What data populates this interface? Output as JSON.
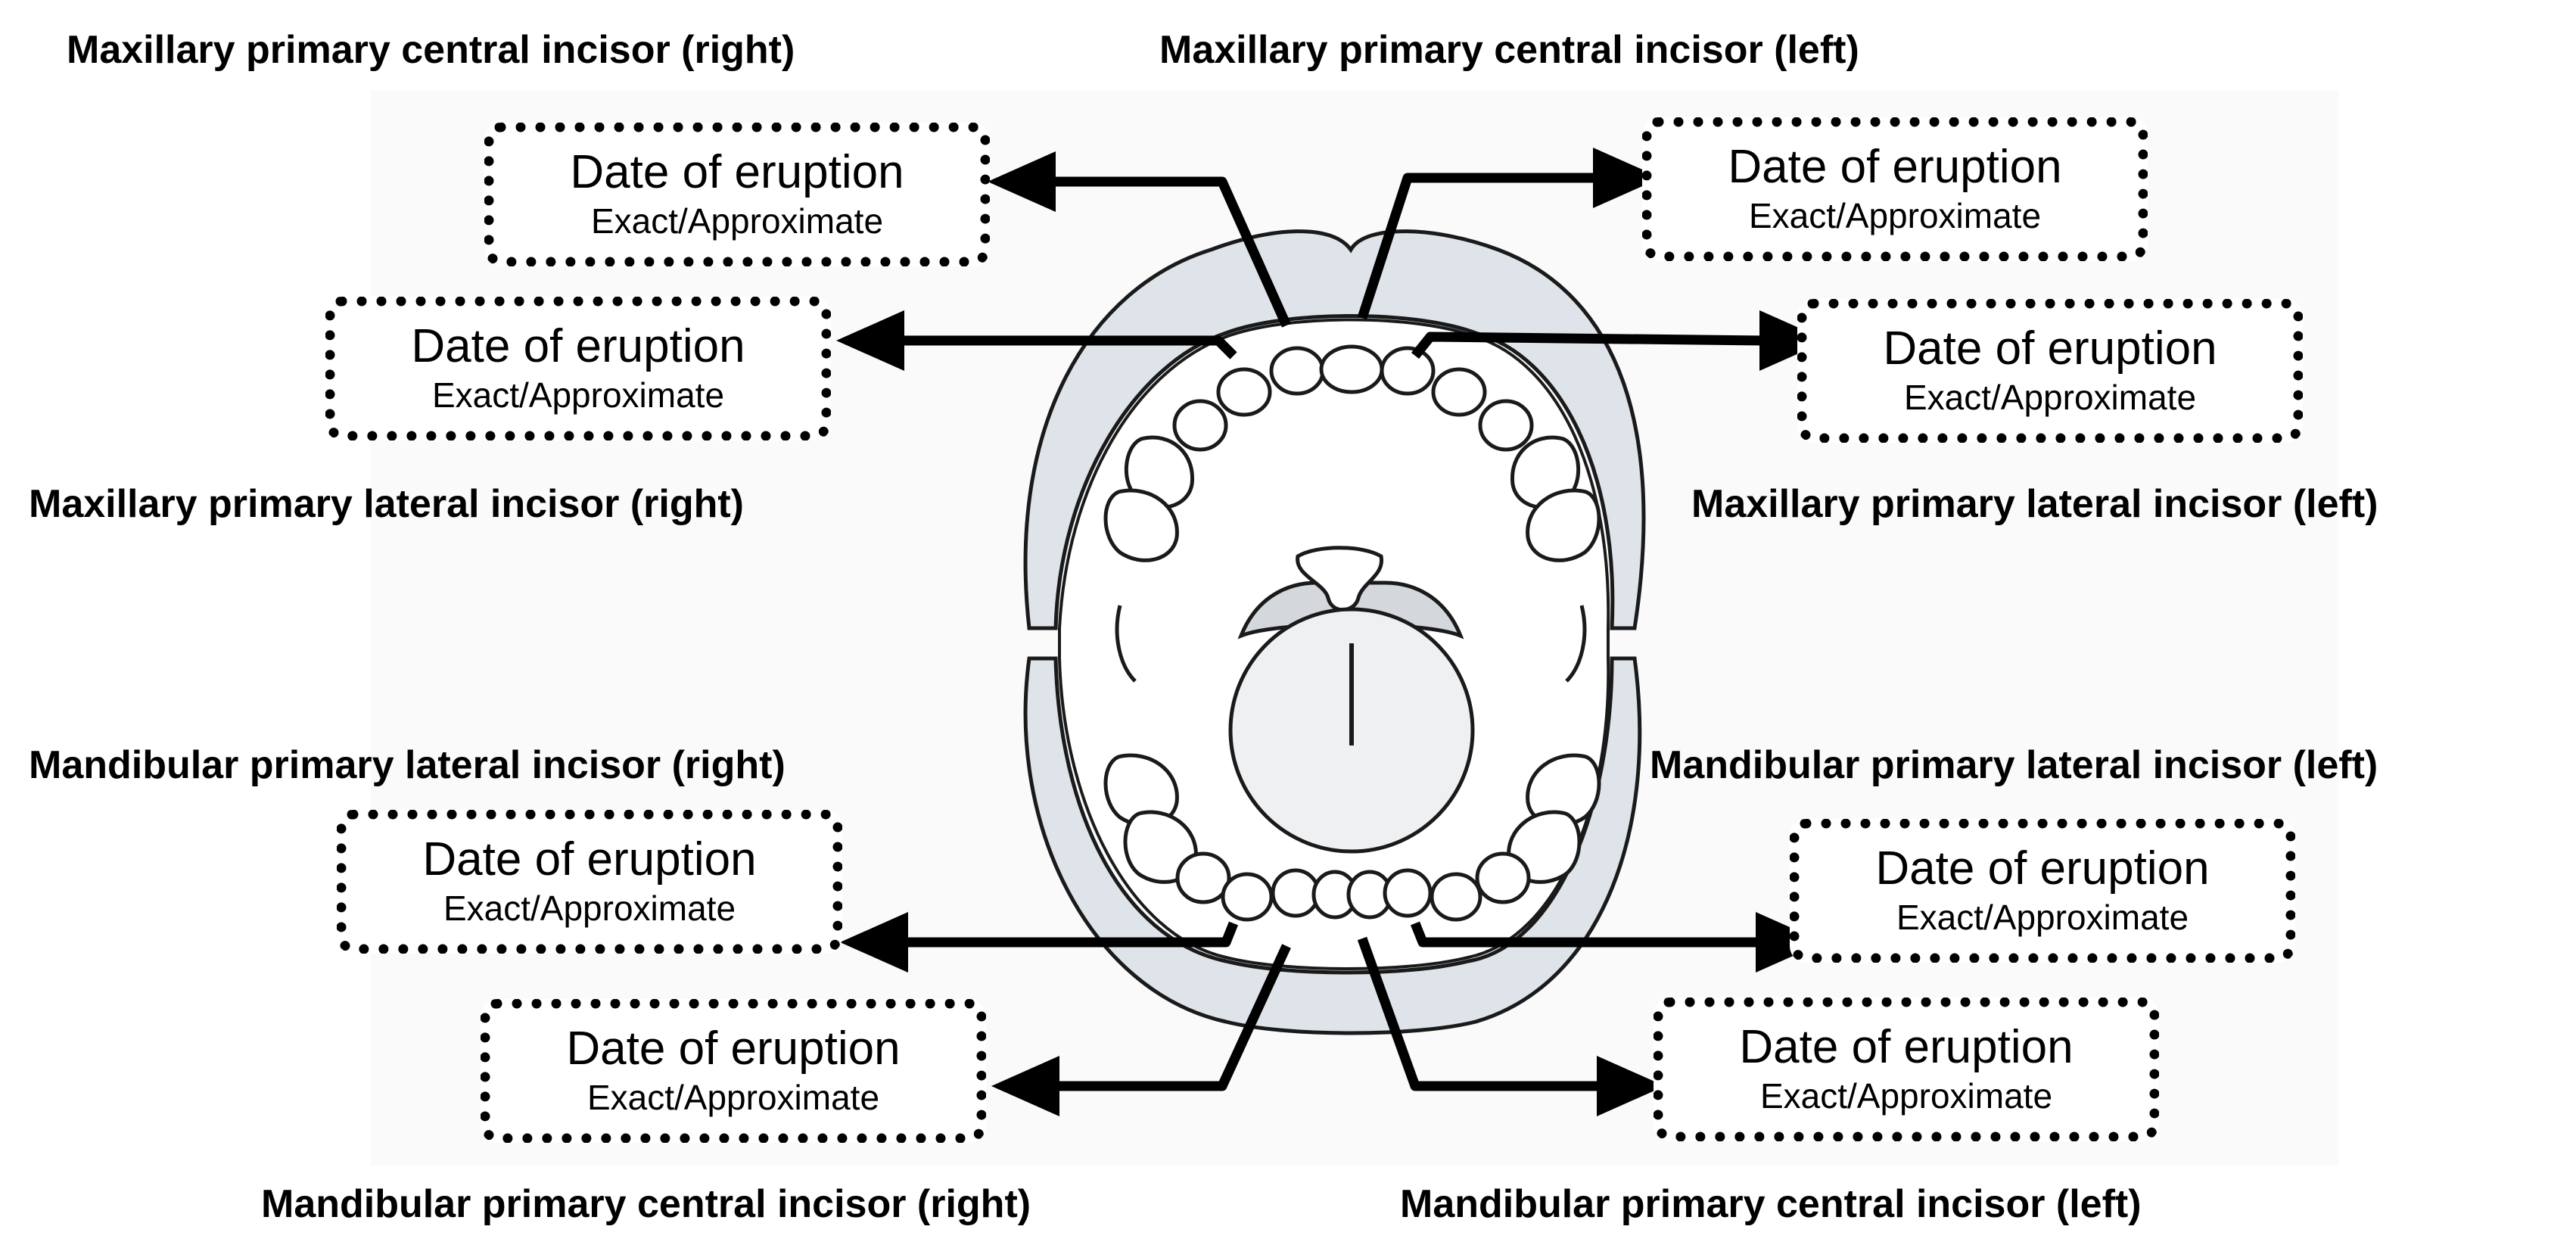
{
  "labels": {
    "max_central_right": "Maxillary primary central incisor (right)",
    "max_central_left": "Maxillary primary central incisor (left)",
    "max_lateral_right": "Maxillary primary lateral incisor (right)",
    "max_lateral_left": "Maxillary primary lateral incisor (left)",
    "man_lateral_right": "Mandibular primary lateral incisor (right)",
    "man_lateral_left": "Mandibular primary lateral incisor (left)",
    "man_central_right": "Mandibular primary central incisor (right)",
    "man_central_left": "Mandibular primary central incisor (left)"
  },
  "box": {
    "title": "Date of eruption",
    "subtitle": "Exact/Approximate"
  },
  "colors": {
    "oral_mucosa": "#dfe4ea",
    "tongue": "#eef0f2",
    "outline": "#1a1a1a",
    "arrow": "#000000"
  }
}
